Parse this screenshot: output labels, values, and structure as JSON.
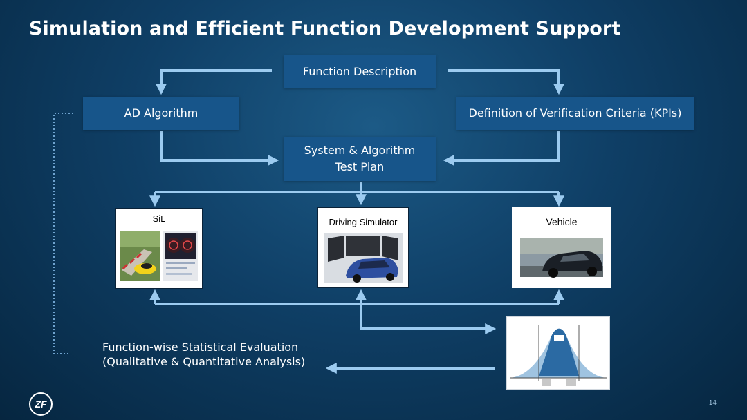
{
  "slide": {
    "title": "Simulation and Efficient Function Development Support",
    "page_number": "14",
    "logo_text": "ZF"
  },
  "boxes": {
    "function_description": "Function Description",
    "ad_algorithm": "AD Algorithm",
    "verification_criteria": "Definition of Verification Criteria (KPIs)",
    "test_plan_line1": "System & Algorithm",
    "test_plan_line2": "Test Plan"
  },
  "panels": {
    "sil": "SiL",
    "driving_simulator": "Driving Simulator",
    "vehicle": "Vehicle"
  },
  "evaluation": {
    "line1": "Function-wise Statistical Evaluation",
    "line2": "(Qualitative & Quantitative Analysis)"
  },
  "colors": {
    "background": "#0f3f66",
    "box": "#17558a",
    "arrow": "#9ccbf0",
    "distribution_fill": "#2b6aa3"
  }
}
